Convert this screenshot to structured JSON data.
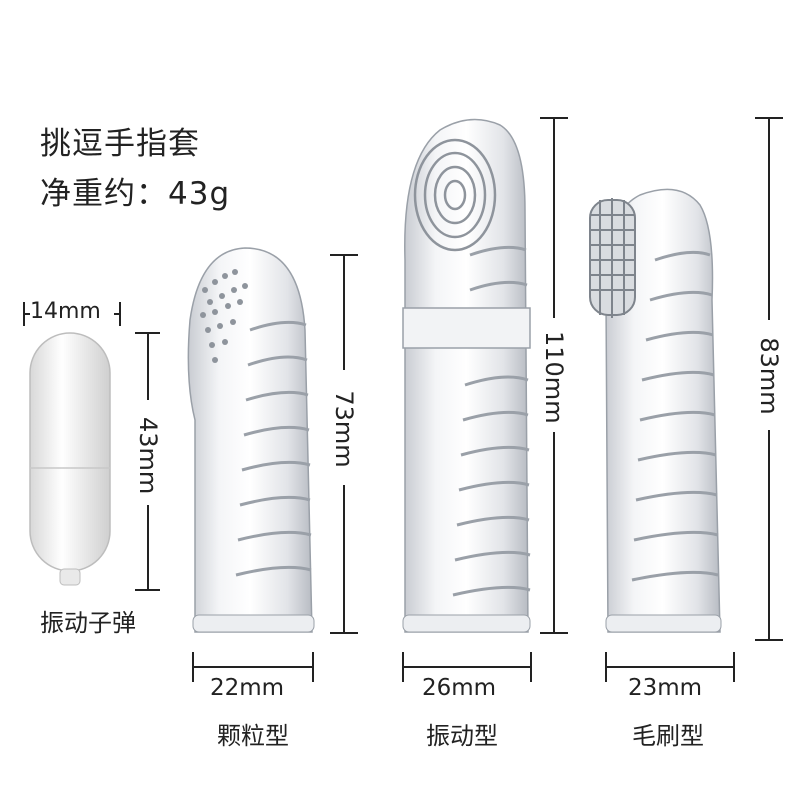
{
  "title": "挑逗手指套",
  "net_weight": "净重约：43g",
  "bullet": {
    "width_label": "14mm",
    "height_label": "43mm",
    "name": "振动子弹"
  },
  "sleeves": [
    {
      "name": "颗粒型",
      "width_label": "22mm",
      "height_label": "73mm"
    },
    {
      "name": "振动型",
      "width_label": "26mm",
      "height_label": "110mm"
    },
    {
      "name": "毛刷型",
      "width_label": "23mm",
      "height_label": "83mm"
    }
  ],
  "colors": {
    "text": "#222222",
    "line": "#222222",
    "silicone": "#e6e8ec",
    "silicone_edge": "#9aa0a8"
  }
}
